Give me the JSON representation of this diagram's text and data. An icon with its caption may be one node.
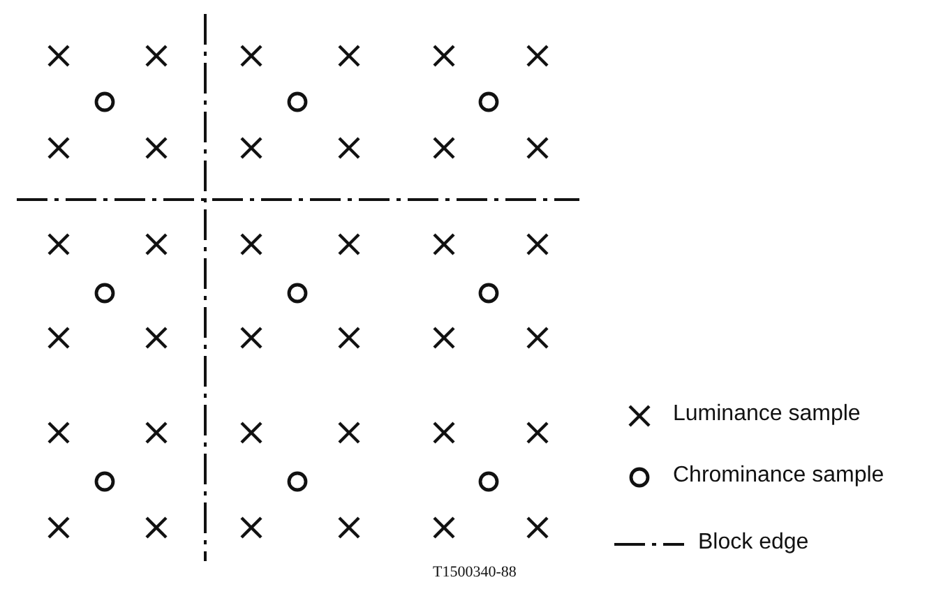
{
  "diagram": {
    "labels": [
      "T1500340-88"
    ],
    "legend": [
      {
        "text": "Luminance sample"
      },
      {
        "text": "Chrominance sample"
      },
      {
        "text": "Block edge"
      }
    ]
  }
}
